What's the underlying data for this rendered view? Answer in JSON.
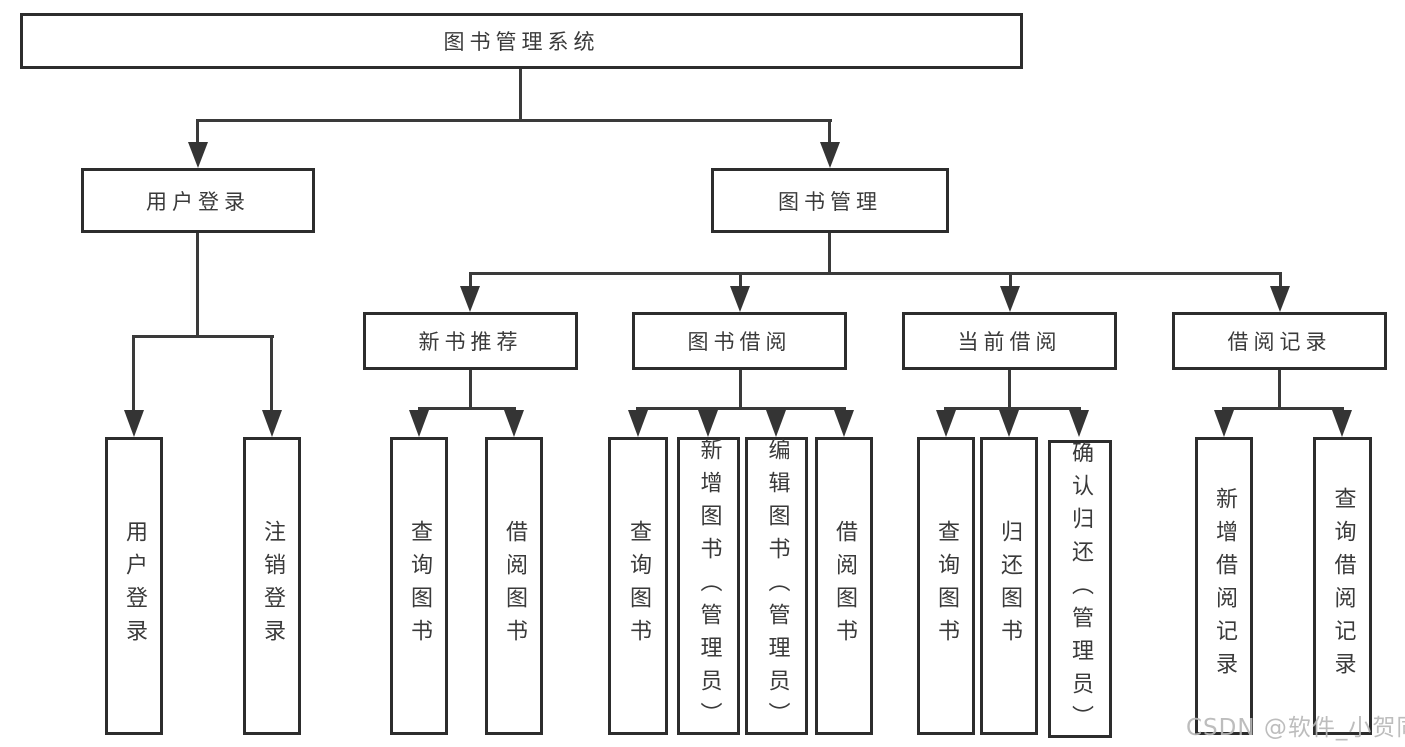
{
  "diagram_title": "图书管理系统",
  "nodes": {
    "root": {
      "label": "图书管理系统"
    },
    "level2": [
      {
        "id": "user-login",
        "label": "用户登录"
      },
      {
        "id": "book-management",
        "label": "图书管理"
      }
    ],
    "level3": [
      {
        "id": "new-book-recommend",
        "label": "新书推荐",
        "parent": "图书管理"
      },
      {
        "id": "book-borrowing",
        "label": "图书借阅",
        "parent": "图书管理"
      },
      {
        "id": "current-borrowing",
        "label": "当前借阅",
        "parent": "图书管理"
      },
      {
        "id": "borrowing-records",
        "label": "借阅记录",
        "parent": "图书管理"
      }
    ],
    "leaves": [
      {
        "id": "leaf-user-login",
        "label": "用户登录",
        "parent": "用户登录"
      },
      {
        "id": "leaf-logout",
        "label": "注销登录",
        "parent": "用户登录"
      },
      {
        "id": "leaf-query-books-1",
        "label": "查询图书",
        "parent": "新书推荐"
      },
      {
        "id": "leaf-borrow-books-1",
        "label": "借阅图书",
        "parent": "新书推荐"
      },
      {
        "id": "leaf-query-books-2",
        "label": "查询图书",
        "parent": "图书借阅"
      },
      {
        "id": "leaf-add-books-admin",
        "label": "新增图书（管理员）",
        "parent": "图书借阅"
      },
      {
        "id": "leaf-edit-books-admin",
        "label": "编辑图书（管理员）",
        "parent": "图书借阅"
      },
      {
        "id": "leaf-borrow-books-2",
        "label": "借阅图书",
        "parent": "图书借阅"
      },
      {
        "id": "leaf-query-books-3",
        "label": "查询图书",
        "parent": "当前借阅"
      },
      {
        "id": "leaf-return-books",
        "label": "归还图书",
        "parent": "当前借阅"
      },
      {
        "id": "leaf-confirm-return-admin",
        "label": "确认归还（管理员）",
        "parent": "当前借阅"
      },
      {
        "id": "leaf-add-borrow-record",
        "label": "新增借阅记录",
        "parent": "借阅记录"
      },
      {
        "id": "leaf-query-borrow-record",
        "label": "查询借阅记录",
        "parent": "借阅记录"
      }
    ]
  },
  "watermark": "CSDN @软件_小贺同学",
  "colors": {
    "background": "#ffffff",
    "box_border": "#2d2d2d",
    "connector_line": "#3a3a3a",
    "text": "#3a3a3a",
    "watermark": "#b7b7b7"
  }
}
